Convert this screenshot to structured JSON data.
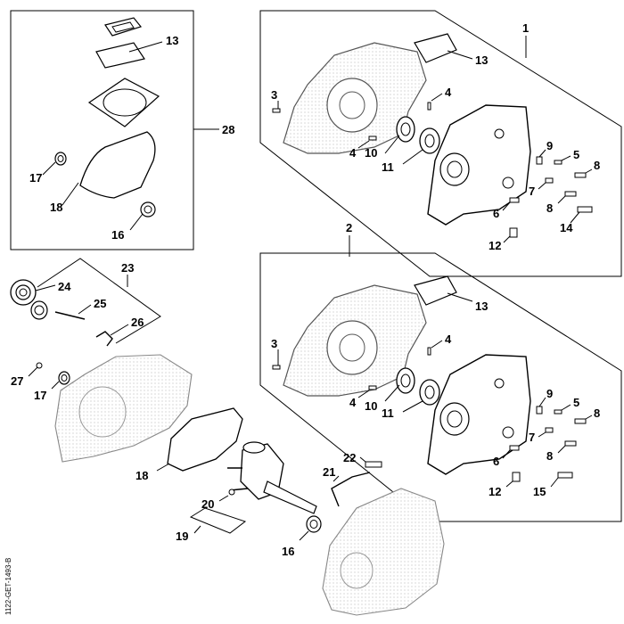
{
  "drawing_code": "1122-GET-1493-B",
  "callouts": {
    "box28": {
      "n13": "13",
      "n17": "17",
      "n18": "18",
      "n16": "16",
      "n28": "28"
    },
    "box1": {
      "n1": "1",
      "n13": "13",
      "n3": "3",
      "n4a": "4",
      "n4b": "4",
      "n10": "10",
      "n11": "11",
      "n9": "9",
      "n5": "5",
      "n8a": "8",
      "n7": "7",
      "n8b": "8",
      "n6": "6",
      "n14": "14",
      "n12": "12"
    },
    "box2": {
      "n2": "2",
      "n13": "13",
      "n3": "3",
      "n4a": "4",
      "n4b": "4",
      "n10": "10",
      "n11": "11",
      "n9": "9",
      "n5": "5",
      "n8a": "8",
      "n7": "7",
      "n8b": "8",
      "n6": "6",
      "n15": "15",
      "n12": "12"
    },
    "lower": {
      "n23": "23",
      "n24": "24",
      "n25": "25",
      "n26": "26",
      "n27": "27",
      "n17": "17",
      "n18": "18",
      "n20": "20",
      "n19": "19",
      "n21": "21",
      "n22": "22",
      "n16": "16"
    }
  }
}
